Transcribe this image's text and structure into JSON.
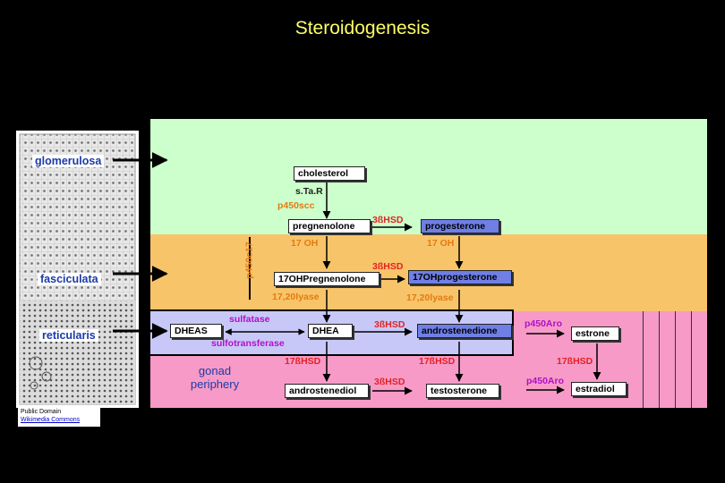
{
  "title": "Steroidogenesis",
  "layers": {
    "glomerulosa": "glomerulosa",
    "fasciculata": "fasciculata",
    "reticularis": "reticularis",
    "gonad": "gonad periphery"
  },
  "molecules": {
    "cholesterol": "cholesterol",
    "pregnenolone": "pregnenolone",
    "progesterone": "progesterone",
    "ohpregnenolone": "17OHPregnenolone",
    "ohprogesterone": "17OHprogesterone",
    "dheas": "DHEAS",
    "dhea": "DHEA",
    "androstenedione": "androstenedione",
    "estrone": "estrone",
    "androstenediol": "androstenediol",
    "testosterone": "testosterone",
    "estradiol": "estradiol"
  },
  "enzymes": {
    "star": "s.Ta.R",
    "p450scc": "p450scc",
    "hsd3b_1": "3ßHSD",
    "hsd3b_2": "3ßHSD",
    "hsd3b_3": "3ßHSD",
    "hsd3b_4": "3ßHSD",
    "oh17_1": "17 OH",
    "oh17_2": "17 OH",
    "p450c17": "p450c17",
    "lyase_1": "17,20lyase",
    "lyase_2": "17,20lyase",
    "sulfatase": "sulfatase",
    "sulfotransferase": "sulfotransferase",
    "hsd17b_1": "17ßHSD",
    "hsd17b_2": "17ßHSD",
    "hsd17b_3": "17ßHSD",
    "aro_1": "p450Aro",
    "aro_2": "p450Aro"
  },
  "credit": {
    "line1": "Public Domain",
    "line2": "Wikimedia Commons"
  },
  "colors": {
    "title": "#ffff66",
    "glomerulosa_band": "#ccffcc",
    "fasciculata_band": "#f8c46a",
    "reticularis_band": "#c8c8f8",
    "gonad_band": "#f79ac7",
    "layer_text": "#1b3aa8",
    "enzyme_red": "#e32222",
    "enzyme_orange": "#e57a10",
    "enzyme_purple": "#b010c8",
    "highlight_box": "#6f7fe6"
  }
}
